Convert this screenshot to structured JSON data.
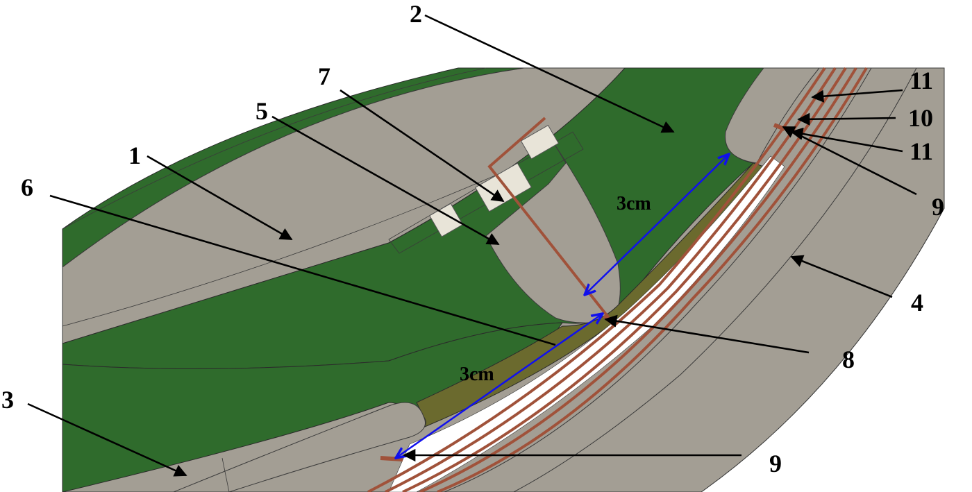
{
  "figure": {
    "callouts": [
      "1",
      "2",
      "3",
      "4",
      "5",
      "6",
      "7",
      "8",
      "9",
      "9",
      "10",
      "11",
      "11"
    ],
    "dimensions": [
      "3cm",
      "3cm"
    ]
  },
  "colors": {
    "stone_gray": "#a39e94",
    "green_region": "#2f6b2c",
    "olive_layer": "#6b6a2e",
    "copper_wire": "#a0523a",
    "dimension_arrow": "#1010ee",
    "leader_line": "#000000",
    "outline": "#3a3a3a"
  }
}
